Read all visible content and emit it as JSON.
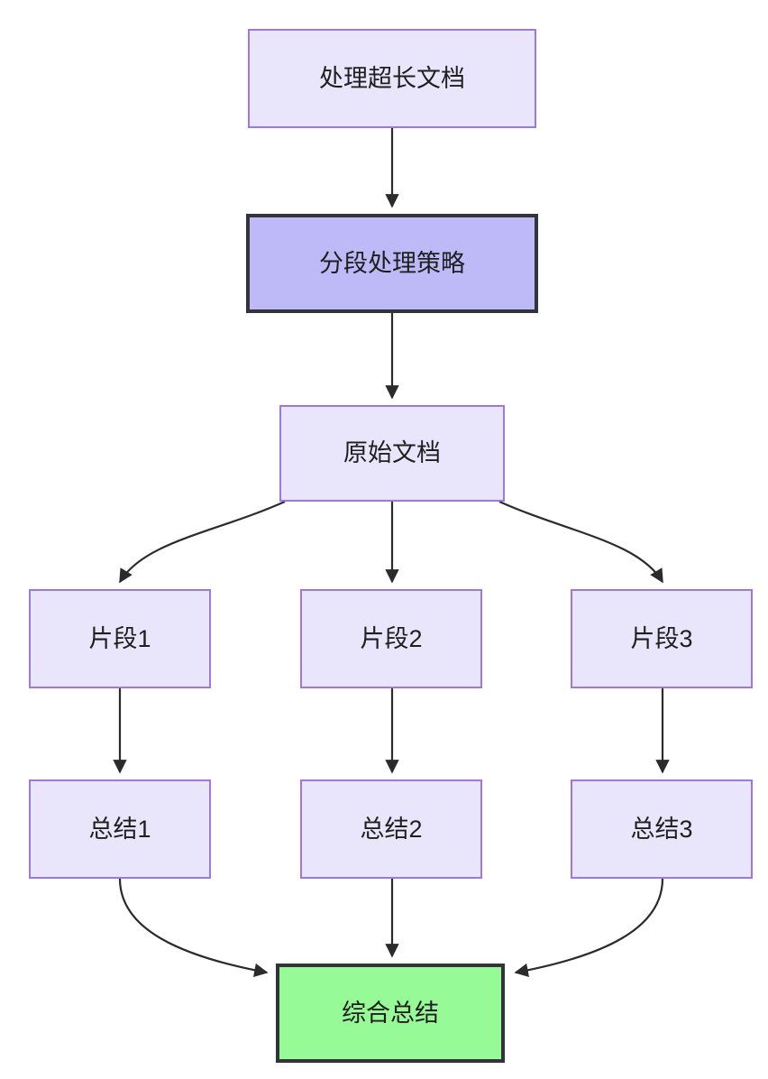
{
  "diagram": {
    "type": "flowchart",
    "direction": "top-to-bottom",
    "background_color": "#ffffff",
    "edge_color": "#2b2b2b",
    "styles": {
      "default_fill": "#e9e6fb",
      "default_stroke": "#9d78e0",
      "strategy_fill": "#bdbaf7",
      "strategy_stroke": "#33333a",
      "final_fill": "#96fb96",
      "final_stroke": "#33333a",
      "text_color": "#1f1f1f"
    },
    "nodes": {
      "root": {
        "label": "处理超长文档"
      },
      "strategy": {
        "label": "分段处理策略"
      },
      "source": {
        "label": "原始文档"
      },
      "fragment_1": {
        "label": "片段1"
      },
      "fragment_2": {
        "label": "片段2"
      },
      "fragment_3": {
        "label": "片段3"
      },
      "summary_1": {
        "label": "总结1"
      },
      "summary_2": {
        "label": "总结2"
      },
      "summary_3": {
        "label": "总结3"
      },
      "final": {
        "label": "综合总结"
      }
    },
    "edges": [
      {
        "from": "root",
        "to": "strategy",
        "shape": "straight",
        "label": ""
      },
      {
        "from": "strategy",
        "to": "source",
        "shape": "straight",
        "label": ""
      },
      {
        "from": "source",
        "to": "fragment_1",
        "shape": "curved",
        "label": ""
      },
      {
        "from": "source",
        "to": "fragment_2",
        "shape": "straight",
        "label": ""
      },
      {
        "from": "source",
        "to": "fragment_3",
        "shape": "curved",
        "label": ""
      },
      {
        "from": "fragment_1",
        "to": "summary_1",
        "shape": "straight",
        "label": ""
      },
      {
        "from": "fragment_2",
        "to": "summary_2",
        "shape": "straight",
        "label": ""
      },
      {
        "from": "fragment_3",
        "to": "summary_3",
        "shape": "straight",
        "label": ""
      },
      {
        "from": "summary_1",
        "to": "final",
        "shape": "curved",
        "label": ""
      },
      {
        "from": "summary_2",
        "to": "final",
        "shape": "straight",
        "label": ""
      },
      {
        "from": "summary_3",
        "to": "final",
        "shape": "curved",
        "label": ""
      }
    ]
  }
}
